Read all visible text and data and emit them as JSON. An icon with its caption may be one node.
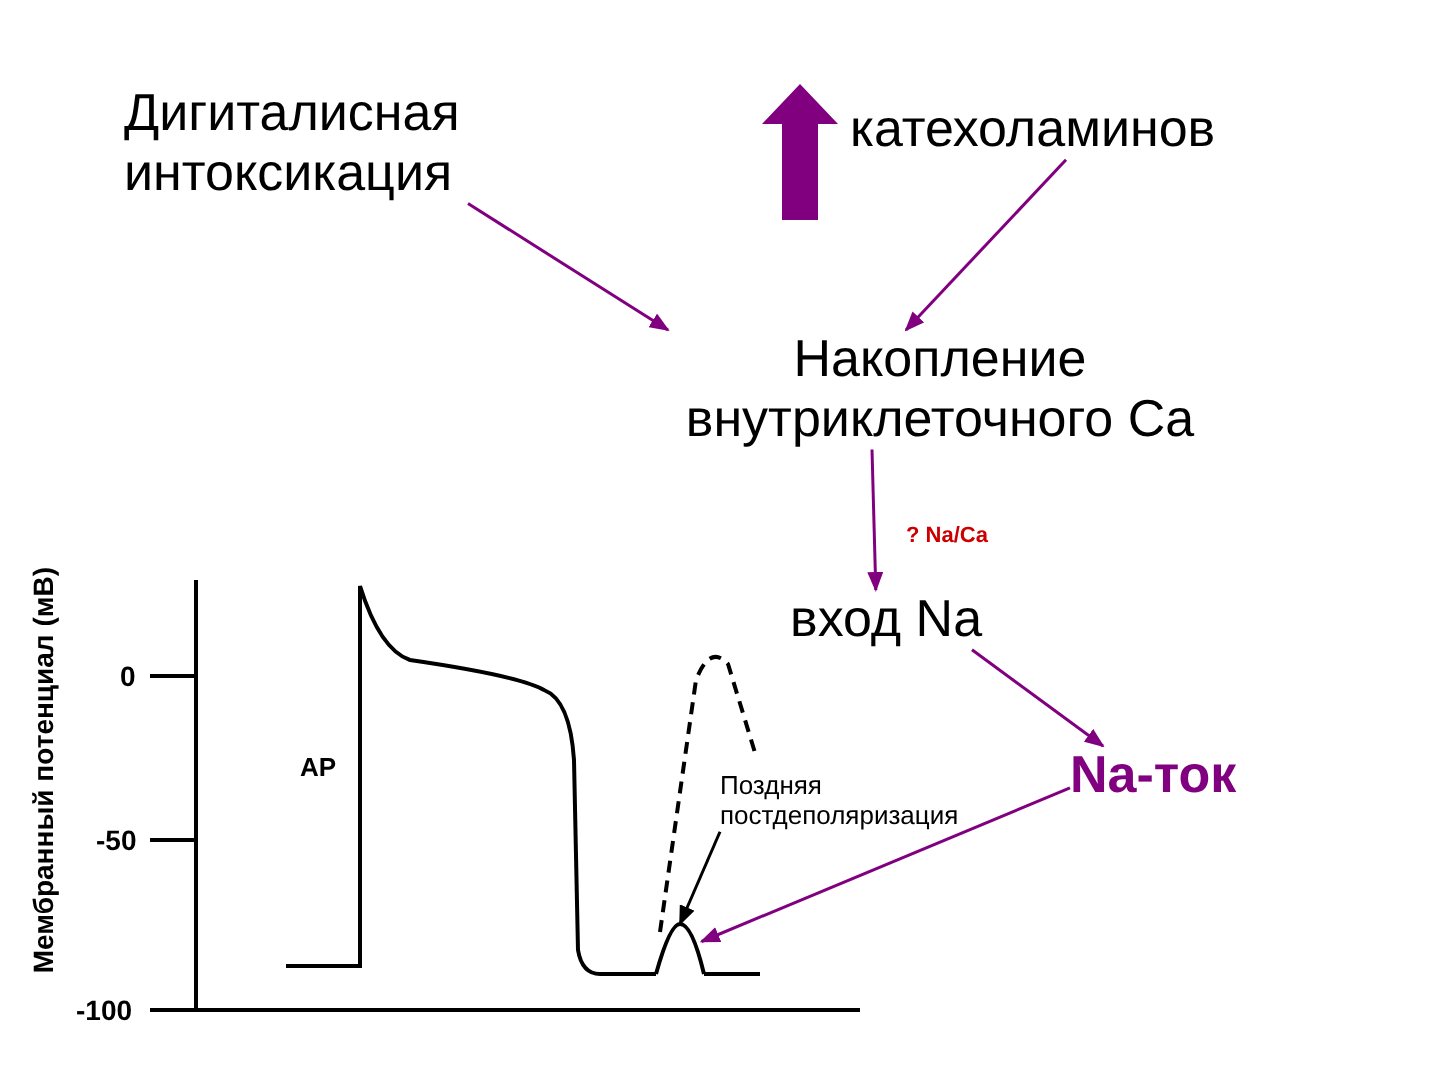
{
  "diagram": {
    "nodes": [
      {
        "text": [
          "Дигиталисная интоксикация"
        ]
      },
      {
        "text": [
          "катехоламинов"
        ]
      },
      {
        "text": [
          "Накопление внутриклеточного Ca"
        ]
      },
      {
        "text": [
          "вход Na"
        ]
      },
      {
        "text": [
          "Na-ток"
        ]
      },
      {
        "text": [
          "Поздняя постдеполяризация"
        ]
      },
      {
        "text": [],
        "shape": "picture"
      }
    ],
    "edges": [
      {
        "from": 0,
        "to": 2,
        "arrow": "to"
      },
      {
        "from": 1,
        "to": 2,
        "arrow": "to"
      },
      {
        "from": 2,
        "to": 3,
        "arrow": "to",
        "label": "? Na/Ca"
      },
      {
        "from": 3,
        "to": 4,
        "arrow": "to"
      },
      {
        "from": 4,
        "to": 6,
        "arrow": "to"
      },
      {
        "from": 5,
        "to": 6,
        "arrow": "to",
        "color": "#000000"
      }
    ],
    "labels": [
      "Мембранный потенциал (мВ)",
      "0",
      "-50",
      "-100",
      "AP"
    ]
  }
}
